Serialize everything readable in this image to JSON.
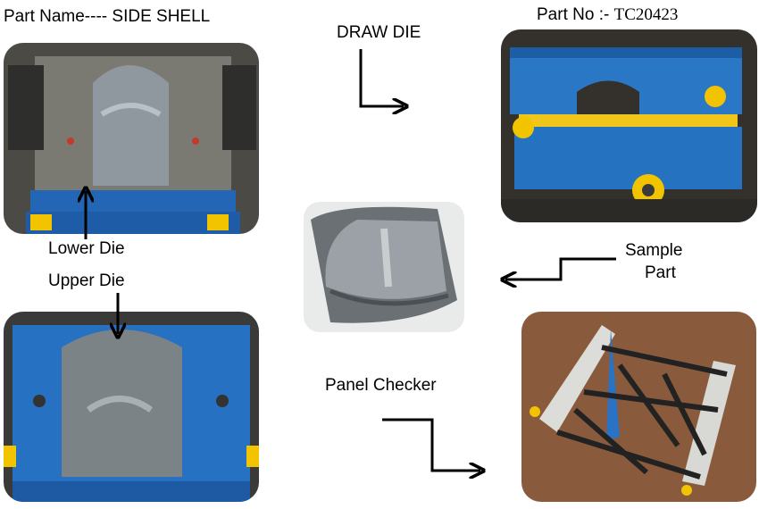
{
  "labels": {
    "part_name": "Part Name---- SIDE SHELL",
    "part_no_prefix": "Part No :-",
    "part_no_value": "TC20423",
    "draw_die": "DRAW DIE",
    "lower_die": "Lower Die",
    "upper_die": "Upper Die",
    "sample_line1": "Sample",
    "sample_line2": "Part",
    "panel_checker": "Panel Checker"
  },
  "colors": {
    "die_blue": "#1f6fc0",
    "steel_grey": "#6f7478",
    "yellow": "#f2c400",
    "arrow": "#000000"
  }
}
